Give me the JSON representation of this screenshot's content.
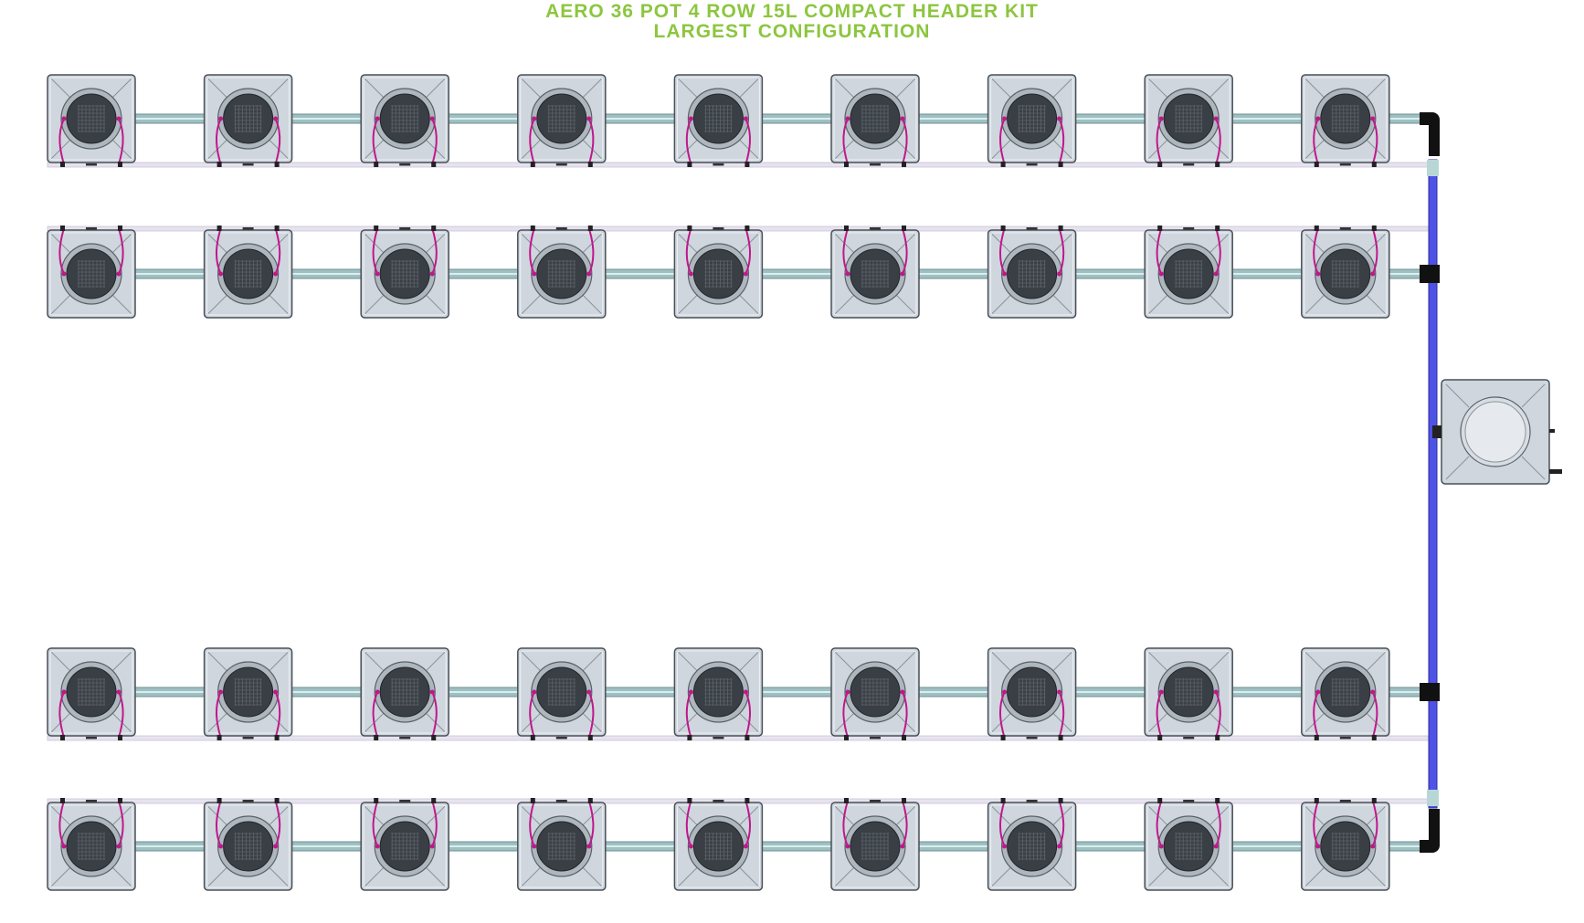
{
  "title": {
    "line1": "AERO 36 POT 4 ROW 15L COMPACT HEADER KIT",
    "line2": "LARGEST CONFIGURATION"
  },
  "colors": {
    "title": "#8cc63f",
    "pot_body": "#cfd6dd",
    "pot_edge": "#4a5058",
    "pot_basket": "#3a3f45",
    "pipe": "#9fc0c2",
    "feed_line": "#e6e2ee",
    "drip_tube": "#c0178c",
    "header_pipe": "#4f52e6",
    "fitting": "#111111"
  },
  "icons": {
    "pot": "pot-icon",
    "reservoir": "reservoir-icon",
    "elbow": "elbow-fitting-icon"
  },
  "layout_model": {
    "rows": 4,
    "pots_per_row": 9,
    "total_pots": 36,
    "pot_size_l": 15,
    "reservoir_count": 1
  }
}
